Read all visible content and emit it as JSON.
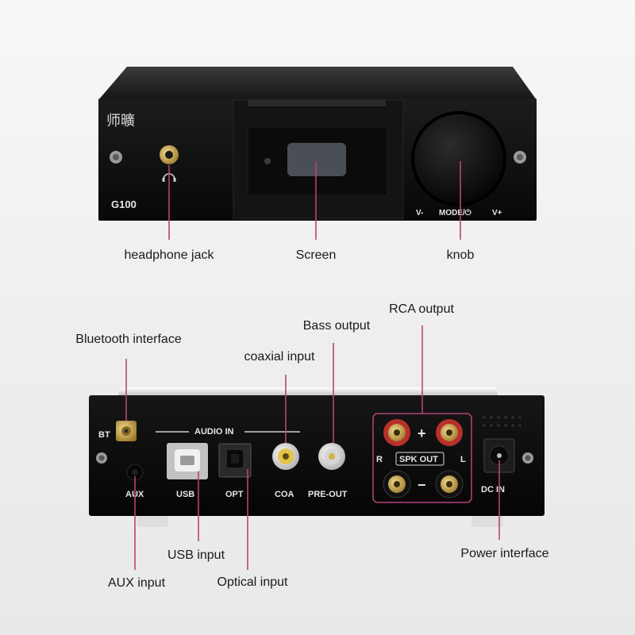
{
  "front_panel": {
    "brand_logo_text": "师曠",
    "model": "G100",
    "knob_label_minus": "V-",
    "knob_label_mode": "MODE/⏻",
    "knob_label_plus": "V+"
  },
  "rear_panel": {
    "bt_label": "BT",
    "audio_in_label": "AUDIO IN",
    "aux_label": "AUX",
    "usb_label": "USB",
    "opt_label": "OPT",
    "coa_label": "COA",
    "preout_label": "PRE-OUT",
    "spk_out_label": "SPK OUT",
    "plus_sign": "+",
    "minus_sign": "−",
    "r_label": "R",
    "l_label": "L",
    "dc_in_label": "DC IN"
  },
  "callouts": {
    "headphone_jack": "headphone jack",
    "screen": "Screen",
    "knob": "knob",
    "bluetooth_interface": "Bluetooth interface",
    "coaxial_input": "coaxial input",
    "bass_output": "Bass output",
    "rca_output": "RCA output",
    "usb_input": "USB input",
    "aux_input": "AUX input",
    "optical_input": "Optical input",
    "power_interface": "Power interface"
  },
  "colors": {
    "leader_line": "#b5447a",
    "device_body": "#0e0e0e",
    "gold": "#c9a24a",
    "red_post": "#c0302a"
  }
}
